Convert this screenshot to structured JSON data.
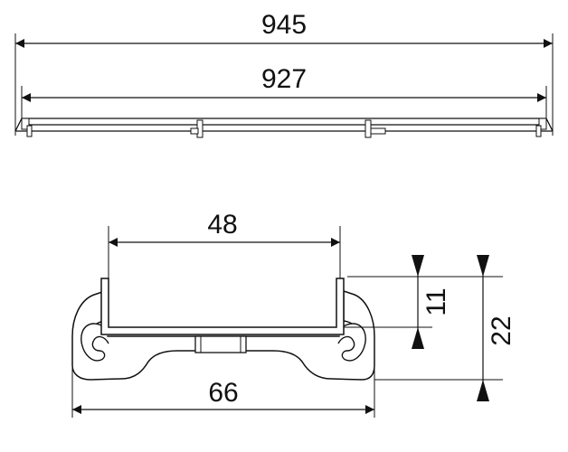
{
  "dimensions": {
    "overall_length": "945",
    "inner_length": "927",
    "inner_width": "48",
    "outer_width": "66",
    "upper_height": "11",
    "total_height": "22"
  },
  "colors": {
    "line": "#111111",
    "background": "#ffffff",
    "profile_fill": "#ffffff"
  }
}
